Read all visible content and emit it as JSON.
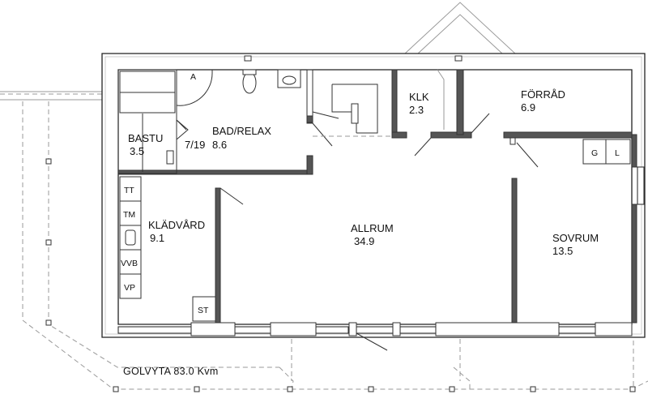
{
  "rooms": {
    "bastu": {
      "name": "BASTU",
      "area": "3.5"
    },
    "bad_relax": {
      "name": "BAD/RELAX",
      "area": "8.6"
    },
    "klk": {
      "name": "KLK",
      "area": "2.3"
    },
    "forrad": {
      "name": "FÖRRÅD",
      "area": "6.9"
    },
    "kladvard": {
      "name": "KLÄDVÅRD",
      "area": "9.1"
    },
    "allrum": {
      "name": "ALLRUM",
      "area": "34.9"
    },
    "sovrum": {
      "name": "SOVRUM",
      "area": "13.5"
    }
  },
  "door_note": "7/19",
  "equipment": {
    "tt": "TT",
    "tm": "TM",
    "vvb": "VVB",
    "vp": "VP",
    "st": "ST",
    "g": "G",
    "l": "L"
  },
  "floor_area": "GOLVYTA 83.0 Kvm"
}
